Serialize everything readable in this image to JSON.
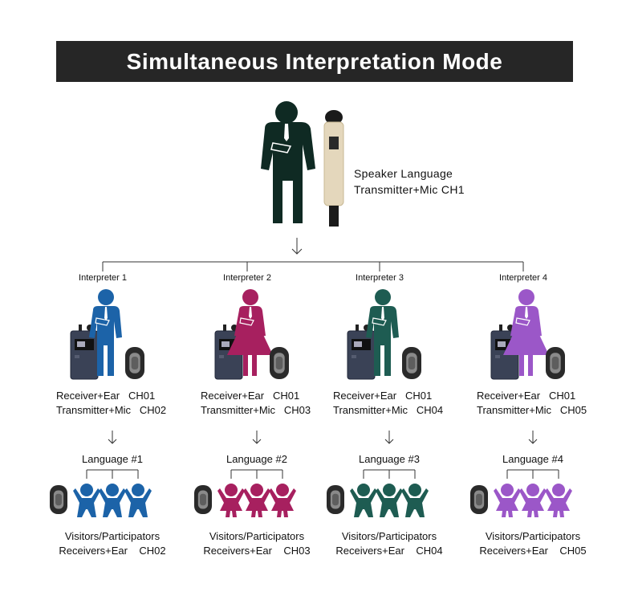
{
  "title": "Simultaneous Interpretation Mode",
  "colors": {
    "banner": "#262626",
    "speaker": "#0f2a23",
    "mic": "#e4d7bc"
  },
  "speaker": {
    "line1": "Speaker  Language",
    "line2": "Transmitter+Mic CH1"
  },
  "groups": [
    {
      "interpreter": "Interpreter 1",
      "color": "#1c63a8",
      "figure": "male",
      "receiver": "Receiver+Ear   CH01",
      "transmitter": "Transmitter+Mic   CH02",
      "language": "Language #1",
      "visitors": "Visitors/Participators",
      "visitor_channel": "Receivers+Ear    CH02"
    },
    {
      "interpreter": "Interpreter 2",
      "color": "#a7205f",
      "figure": "female",
      "receiver": "Receiver+Ear   CH01",
      "transmitter": "Transmitter+Mic   CH03",
      "language": "Language #2",
      "visitors": "Visitors/Participators",
      "visitor_channel": "Receivers+Ear    CH03"
    },
    {
      "interpreter": "Interpreter 3",
      "color": "#1e5c52",
      "figure": "male",
      "receiver": "Receiver+Ear   CH01",
      "transmitter": "Transmitter+Mic   CH04",
      "language": "Language #3",
      "visitors": "Visitors/Participators",
      "visitor_channel": "Receivers+Ear    CH04"
    },
    {
      "interpreter": "Interpreter 4",
      "color": "#9b57c8",
      "figure": "female",
      "receiver": "Receiver+Ear   CH01",
      "transmitter": "Transmitter+Mic   CH05",
      "language": "Language #4",
      "visitors": "Visitors/Participators",
      "visitor_channel": "Receivers+Ear    CH05"
    }
  ]
}
